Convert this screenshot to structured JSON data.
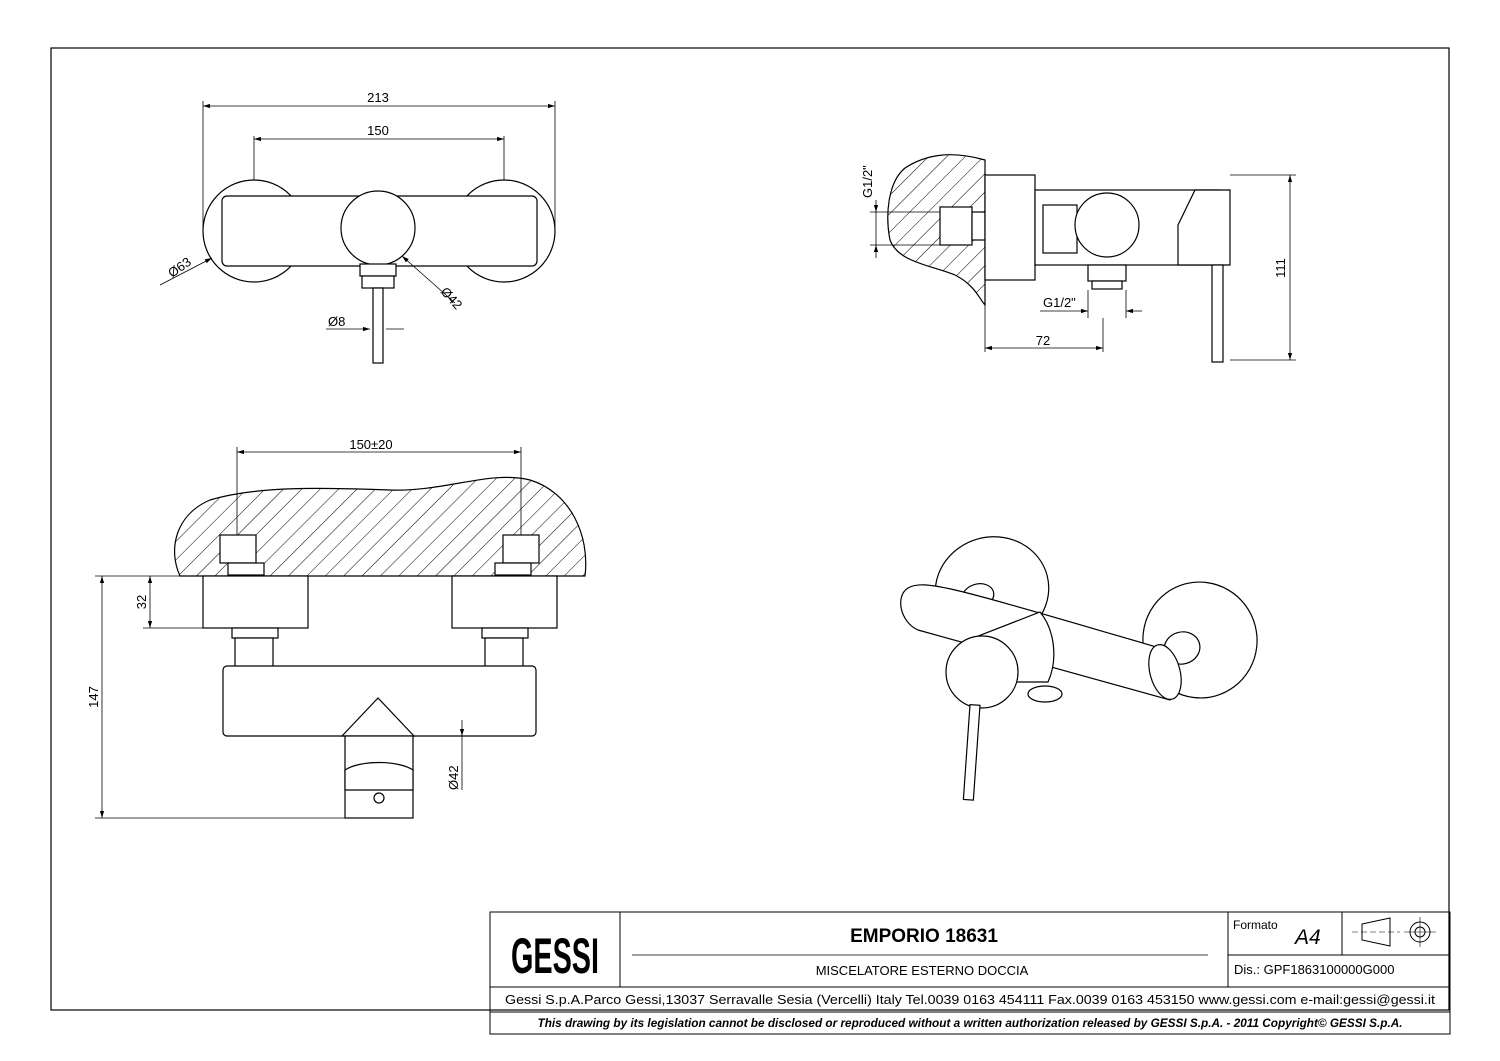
{
  "views": {
    "top": {
      "dim_overall_width": "213",
      "dim_wall_centres": "150",
      "dim_flange_diameter": "63",
      "dim_knob_diameter": "42",
      "dim_lever_diameter": "8"
    },
    "side": {
      "dim_inlet_thread": "G1/2\"",
      "dim_outlet_thread": "G1/2\"",
      "dim_projection": "72",
      "dim_height": "111"
    },
    "front": {
      "dim_centres_adjustable": "150±20",
      "dim_flange_depth": "32",
      "dim_total_height": "147",
      "dim_body_diameter": "42"
    }
  },
  "title_block": {
    "brand": "GESSI",
    "product_title": "EMPORIO 18631",
    "product_subtitle": "MISCELATORE ESTERNO DOCCIA",
    "format_label": "Formato",
    "format_value": "A4",
    "drawing_number": "Dis.: GPF1863100000G000",
    "company_info": "Gessi S.p.A.Parco Gessi,13037 Serravalle Sesia (Vercelli) Italy Tel.0039 0163 454111 Fax.0039 0163 453150 www.gessi.com e-mail:gessi@gessi.it",
    "disclaimer": "This drawing by its legislation cannot be disclosed or reproduced without a written authorization released by GESSI S.p.A. - 2011 Copyright© GESSI S.p.A."
  }
}
